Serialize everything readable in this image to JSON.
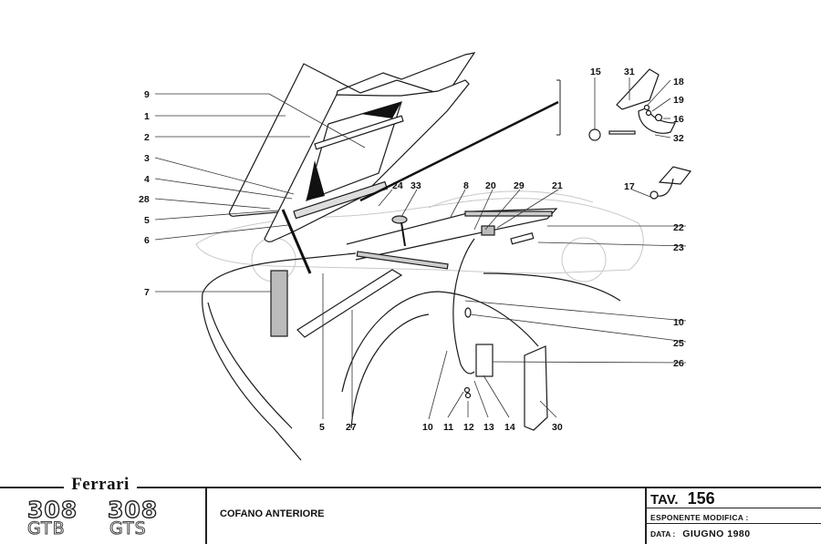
{
  "sheet": {
    "brand": "Ferrari",
    "models": [
      {
        "number": "308",
        "variant": "GTB"
      },
      {
        "number": "308",
        "variant": "GTS"
      }
    ],
    "description": "COFANO ANTERIORE",
    "table_label": "TAV.",
    "table_number": "156",
    "modification_label": "ESPONENTE MODIFICA :",
    "date_label": "DATA :",
    "date_value": "GIUGNO 1980"
  },
  "callouts": {
    "c9": "9",
    "c1": "1",
    "c2": "2",
    "c3": "3",
    "c4": "4",
    "c28": "28",
    "c5a": "5",
    "c6": "6",
    "c7": "7",
    "c24": "24",
    "c33": "33",
    "c8": "8",
    "c20": "20",
    "c29": "29",
    "c21": "21",
    "c22": "22",
    "c23": "23",
    "c10a": "10",
    "c25": "25",
    "c26": "26",
    "c15": "15",
    "c31": "31",
    "c18": "18",
    "c19": "19",
    "c16": "16",
    "c32": "32",
    "c17": "17",
    "c5b": "5",
    "c27": "27",
    "c10b": "10",
    "c11": "11",
    "c12": "12",
    "c13": "13",
    "c14": "14",
    "c30": "30"
  }
}
